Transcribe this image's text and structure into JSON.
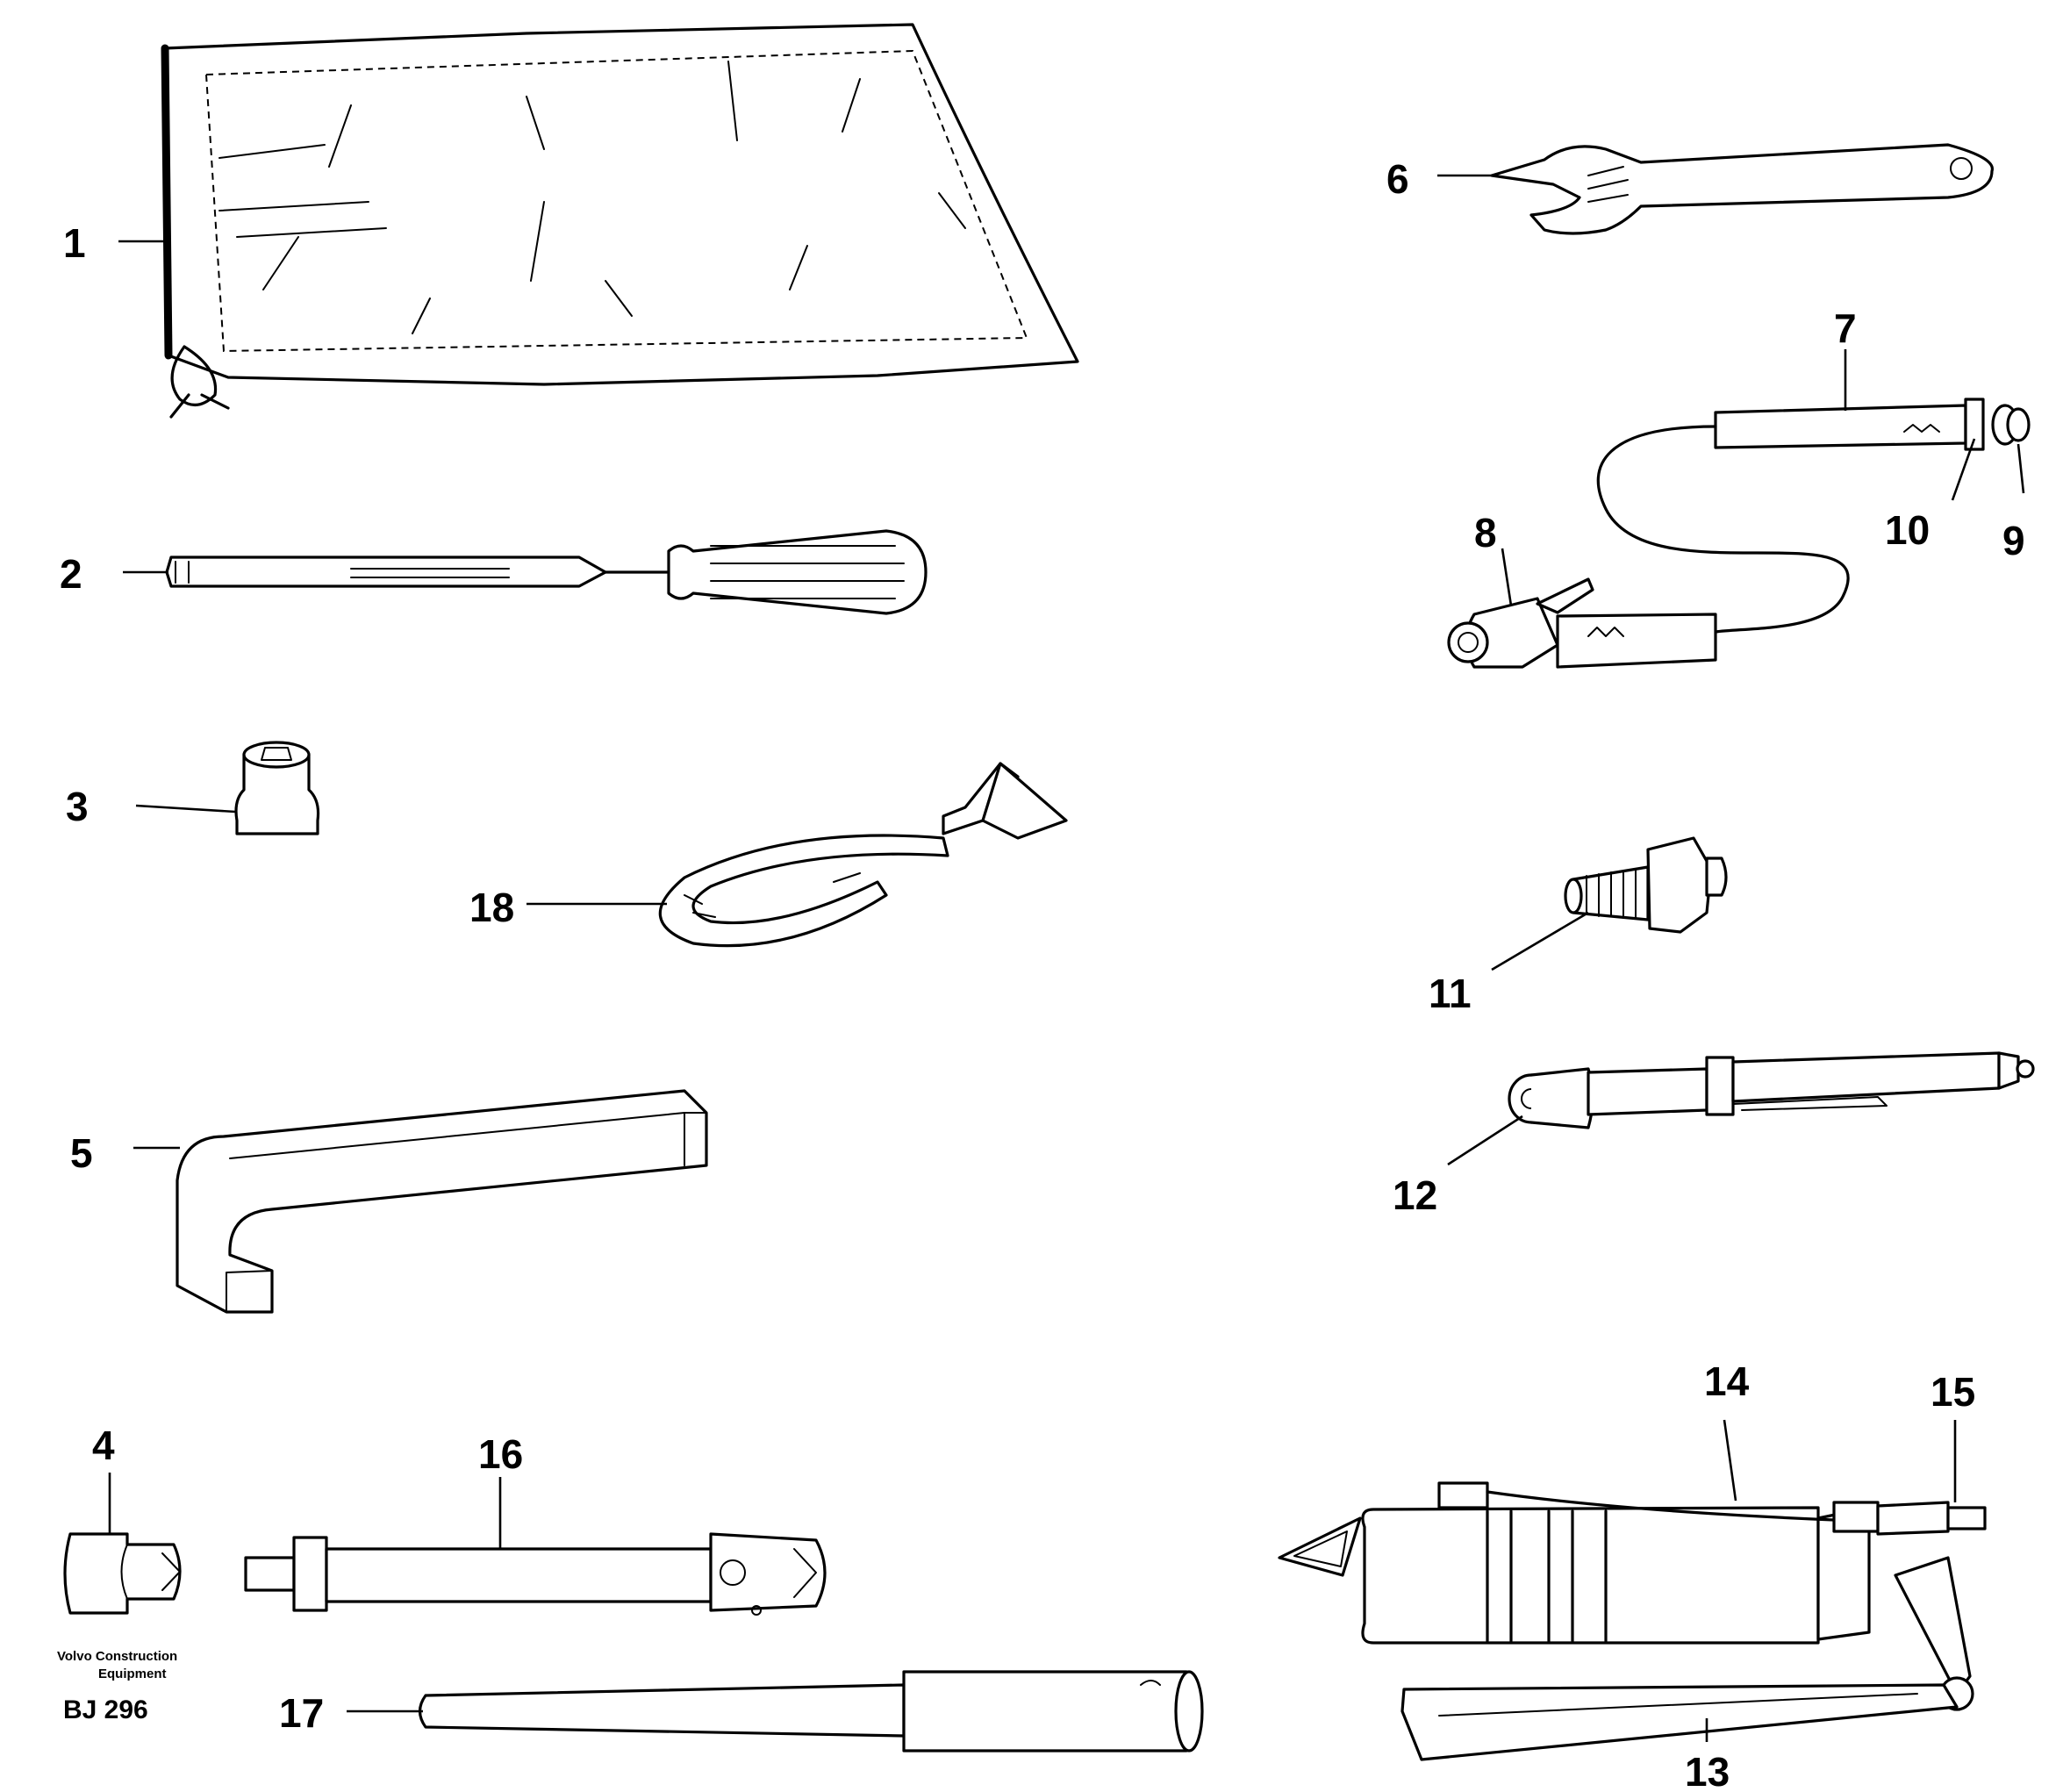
{
  "callouts": [
    "1",
    "2",
    "3",
    "4",
    "5",
    "6",
    "7",
    "8",
    "9",
    "10",
    "11",
    "12",
    "13",
    "14",
    "15",
    "16",
    "17",
    "18"
  ],
  "credit": {
    "line1": "Volvo Construction",
    "line2": "Equipment",
    "code": "BJ 296"
  },
  "icons": {
    "item1": "tool-bag-icon",
    "item2": "screwdriver-icon",
    "item3": "socket-icon",
    "item4": "socket-adapter-icon",
    "item5": "hex-key-icon",
    "item6": "adjustable-wrench-icon",
    "item7": "air-hose-icon",
    "item8": "hose-coupling-icon",
    "item11": "adapter-nipple-icon",
    "item12": "tire-pressure-gauge-icon",
    "item13": "grease-gun-icon",
    "item16": "socket-extension-bar-icon",
    "item17": "tommy-bar-icon",
    "item18": "strap-icon"
  }
}
